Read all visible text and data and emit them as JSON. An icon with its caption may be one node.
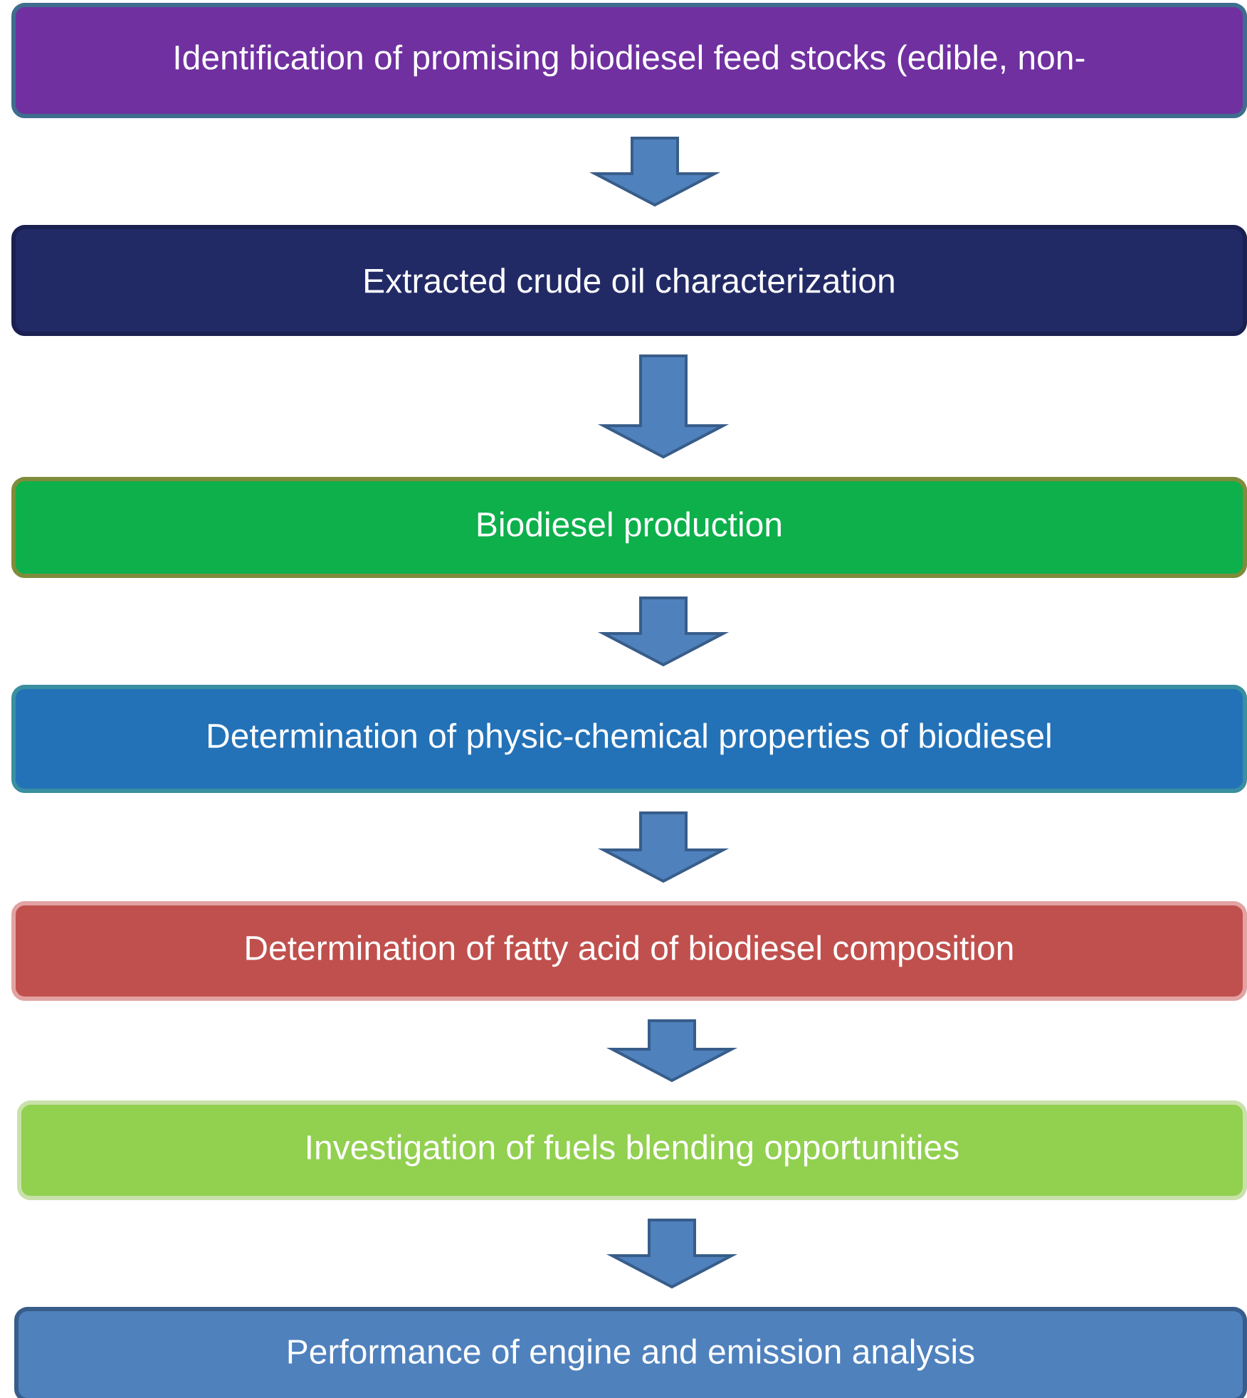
{
  "diagram": {
    "nodes": [
      {
        "text": [
          "Identification of promising biodiesel feed stocks (edible, non-"
        ]
      },
      {
        "text": [
          "Extracted crude oil characterization"
        ]
      },
      {
        "text": [
          "Biodiesel production"
        ]
      },
      {
        "text": [
          "Determination of physic-chemical properties of biodiesel"
        ]
      },
      {
        "text": [
          "Determination of fatty acid of biodiesel composition"
        ]
      },
      {
        "text": [
          "Investigation of fuels blending opportunities"
        ]
      },
      {
        "text": [
          "Performance of engine and emission analysis"
        ]
      }
    ],
    "edges": [
      {
        "from": 0,
        "to": 1,
        "arrow": "to"
      },
      {
        "from": 1,
        "to": 2,
        "arrow": "to"
      },
      {
        "from": 2,
        "to": 3,
        "arrow": "to"
      },
      {
        "from": 3,
        "to": 4,
        "arrow": "to"
      },
      {
        "from": 4,
        "to": 5,
        "arrow": "to"
      },
      {
        "from": 5,
        "to": 6,
        "arrow": "to"
      }
    ]
  }
}
